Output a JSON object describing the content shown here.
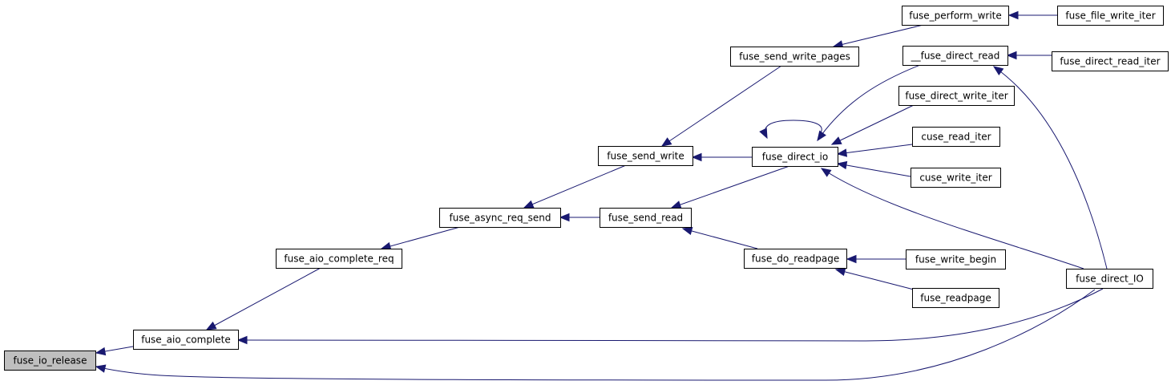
{
  "diagram": {
    "colors": {
      "edge": "#191970",
      "node_border": "#000000",
      "node_fill": "#ffffff",
      "highlight_fill": "#bfbfbf"
    },
    "nodes": [
      {
        "id": "fuse_io_release",
        "label": "fuse_io_release",
        "highlight": true
      },
      {
        "id": "fuse_aio_complete",
        "label": "fuse_aio_complete"
      },
      {
        "id": "fuse_aio_complete_req",
        "label": "fuse_aio_complete_req"
      },
      {
        "id": "fuse_async_req_send",
        "label": "fuse_async_req_send"
      },
      {
        "id": "fuse_send_write",
        "label": "fuse_send_write"
      },
      {
        "id": "fuse_send_read",
        "label": "fuse_send_read"
      },
      {
        "id": "fuse_send_write_pages",
        "label": "fuse_send_write_pages"
      },
      {
        "id": "fuse_direct_io",
        "label": "fuse_direct_io"
      },
      {
        "id": "fuse_do_readpage",
        "label": "fuse_do_readpage"
      },
      {
        "id": "fuse_perform_write",
        "label": "fuse_perform_write"
      },
      {
        "id": "fuse_file_write_iter",
        "label": "fuse_file_write_iter"
      },
      {
        "id": "__fuse_direct_read",
        "label": "__fuse_direct_read"
      },
      {
        "id": "fuse_direct_read_iter",
        "label": "fuse_direct_read_iter"
      },
      {
        "id": "fuse_direct_write_iter",
        "label": "fuse_direct_write_iter"
      },
      {
        "id": "cuse_read_iter",
        "label": "cuse_read_iter"
      },
      {
        "id": "cuse_write_iter",
        "label": "cuse_write_iter"
      },
      {
        "id": "fuse_write_begin",
        "label": "fuse_write_begin"
      },
      {
        "id": "fuse_readpage",
        "label": "fuse_readpage"
      },
      {
        "id": "fuse_direct_IO",
        "label": "fuse_direct_IO"
      }
    ],
    "edges": [
      {
        "from": "fuse_aio_complete",
        "to": "fuse_io_release"
      },
      {
        "from": "fuse_direct_IO",
        "to": "fuse_io_release"
      },
      {
        "from": "fuse_aio_complete_req",
        "to": "fuse_aio_complete"
      },
      {
        "from": "fuse_direct_IO",
        "to": "fuse_aio_complete"
      },
      {
        "from": "fuse_async_req_send",
        "to": "fuse_aio_complete_req"
      },
      {
        "from": "fuse_send_write",
        "to": "fuse_async_req_send"
      },
      {
        "from": "fuse_send_read",
        "to": "fuse_async_req_send"
      },
      {
        "from": "fuse_send_write_pages",
        "to": "fuse_send_write"
      },
      {
        "from": "fuse_direct_io",
        "to": "fuse_send_write"
      },
      {
        "from": "fuse_direct_io",
        "to": "fuse_send_read"
      },
      {
        "from": "fuse_do_readpage",
        "to": "fuse_send_read"
      },
      {
        "from": "fuse_perform_write",
        "to": "fuse_send_write_pages"
      },
      {
        "from": "fuse_file_write_iter",
        "to": "fuse_perform_write"
      },
      {
        "from": "fuse_direct_io",
        "to": "fuse_direct_io"
      },
      {
        "from": "__fuse_direct_read",
        "to": "fuse_direct_io"
      },
      {
        "from": "fuse_direct_write_iter",
        "to": "fuse_direct_io"
      },
      {
        "from": "cuse_read_iter",
        "to": "fuse_direct_io"
      },
      {
        "from": "cuse_write_iter",
        "to": "fuse_direct_io"
      },
      {
        "from": "fuse_direct_IO",
        "to": "fuse_direct_io"
      },
      {
        "from": "fuse_direct_read_iter",
        "to": "__fuse_direct_read"
      },
      {
        "from": "fuse_direct_IO",
        "to": "__fuse_direct_read"
      },
      {
        "from": "fuse_write_begin",
        "to": "fuse_do_readpage"
      },
      {
        "from": "fuse_readpage",
        "to": "fuse_do_readpage"
      }
    ]
  }
}
